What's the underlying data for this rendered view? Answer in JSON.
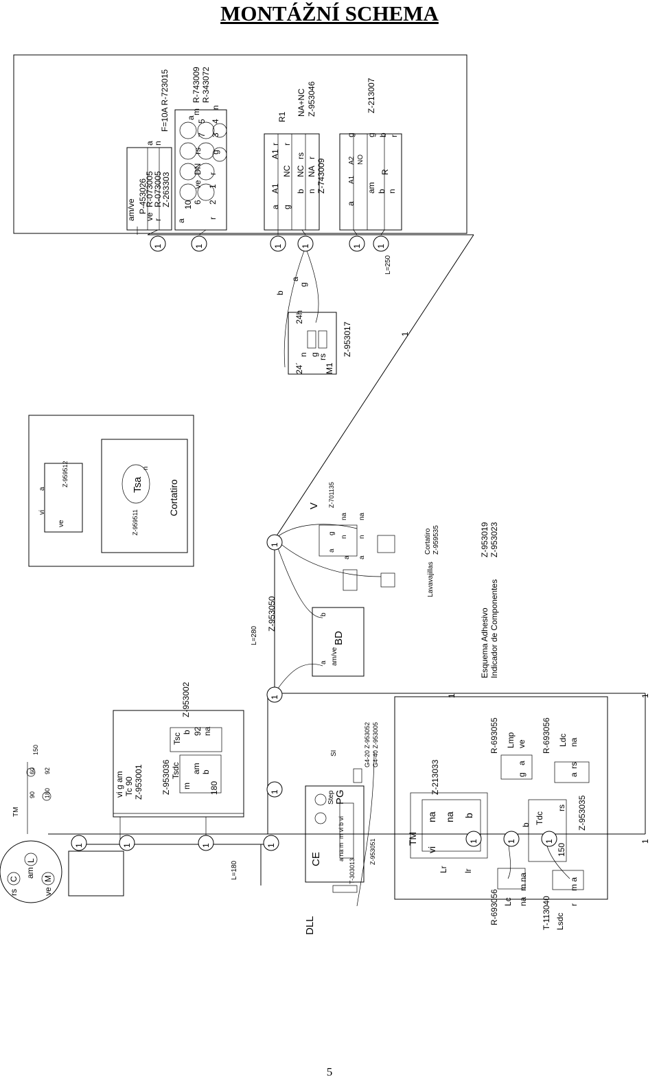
{
  "title": "MONTÁŽNÍ SCHEMA",
  "page_number": "5",
  "panel_main": {
    "sensor_block": [
      "am/ve",
      "P-453026",
      "ve",
      "R-073005",
      "r",
      "R-073005",
      "Z-263303",
      "a",
      "n",
      "F=10A R-723015"
    ],
    "dn_block": [
      "a",
      "10",
      "6",
      "ve",
      "2",
      "1",
      "r",
      "r",
      "rs",
      "DN",
      "7",
      "5",
      "m",
      "3",
      "4",
      "n",
      "g",
      "a",
      "R-743009",
      "R-343072"
    ],
    "relay_block": [
      "a",
      "g",
      "A1",
      "A1",
      "NC",
      "r",
      "b",
      "NC",
      "rs",
      "n",
      "NA",
      "r",
      "r",
      "R1",
      "Z-743009",
      "NA+NC",
      "Z-953046"
    ],
    "relay2_block": [
      "a",
      "A1",
      "A2",
      "NO",
      "g",
      "am",
      "g",
      "b",
      "R",
      "b",
      "n",
      "r",
      "Z-213007"
    ],
    "wire_length_250": "L=250",
    "timer_block": [
      "b",
      "a",
      "g",
      "24h",
      "n",
      "24´",
      "g",
      "M1",
      "rs",
      "Z-953017"
    ],
    "ones": [
      "1",
      "1",
      "1",
      "1",
      "1",
      "1",
      "1",
      "1",
      "1",
      "1",
      "1",
      "1",
      "1",
      "1",
      "1",
      "1",
      "1",
      "1",
      "1",
      "1",
      "1"
    ]
  },
  "cortatiro_box": {
    "labels": [
      "a",
      "vi",
      "ve",
      "Z-959512",
      "Tsa",
      "n",
      "Z-959511",
      "Cortatiro"
    ]
  },
  "valve_block": [
    "V",
    "Z-701135",
    "na",
    "na",
    "a",
    "g",
    "n",
    "n",
    "a",
    "a",
    "Cortatiro",
    "Z-959535",
    "Lavavajillas"
  ],
  "bd_block": [
    "Z-953050",
    "b",
    "BD",
    "a",
    "am/ve"
  ],
  "wire_length_280": "L=280",
  "adhesive": [
    "Esquema Adhesivo",
    "Indicador de Componentes",
    "Z-953019",
    "Z-953023"
  ],
  "thermo_block": [
    "Z-953002",
    "Tsc",
    "b",
    "92",
    "na",
    "Z-953036",
    "Tsdc",
    "m",
    "am",
    "b",
    "180",
    "vi g am",
    "Tc 90",
    "Z-953001"
  ],
  "tm_legend": [
    "TM",
    "90",
    "60",
    "150",
    "180",
    "92"
  ],
  "motor": [
    "rs",
    "C",
    "am",
    "L",
    "ve",
    "M"
  ],
  "wire_length_180": "L=180",
  "pg_block": [
    "SI",
    "G4-20 Z-953052",
    "G4-40 Z-953005",
    "Step",
    "PG",
    "CE",
    "a na m",
    "m vi b vi",
    "T-303013",
    "Z-953051",
    "DLL"
  ],
  "lamp_block": [
    "TM",
    "Z-213033",
    "vi",
    "na",
    "na",
    "b",
    "Lr",
    "lr",
    "R-693055",
    "Lmp",
    "ve",
    "g",
    "a",
    "R-693056",
    "Ldc",
    "na",
    "a",
    "rs",
    "rs",
    "Tdc",
    "b",
    "150",
    "Z-953035",
    "R-693056",
    "Lc",
    "na",
    "m na",
    "T-113040",
    "Lsdc",
    "r",
    "m a"
  ]
}
